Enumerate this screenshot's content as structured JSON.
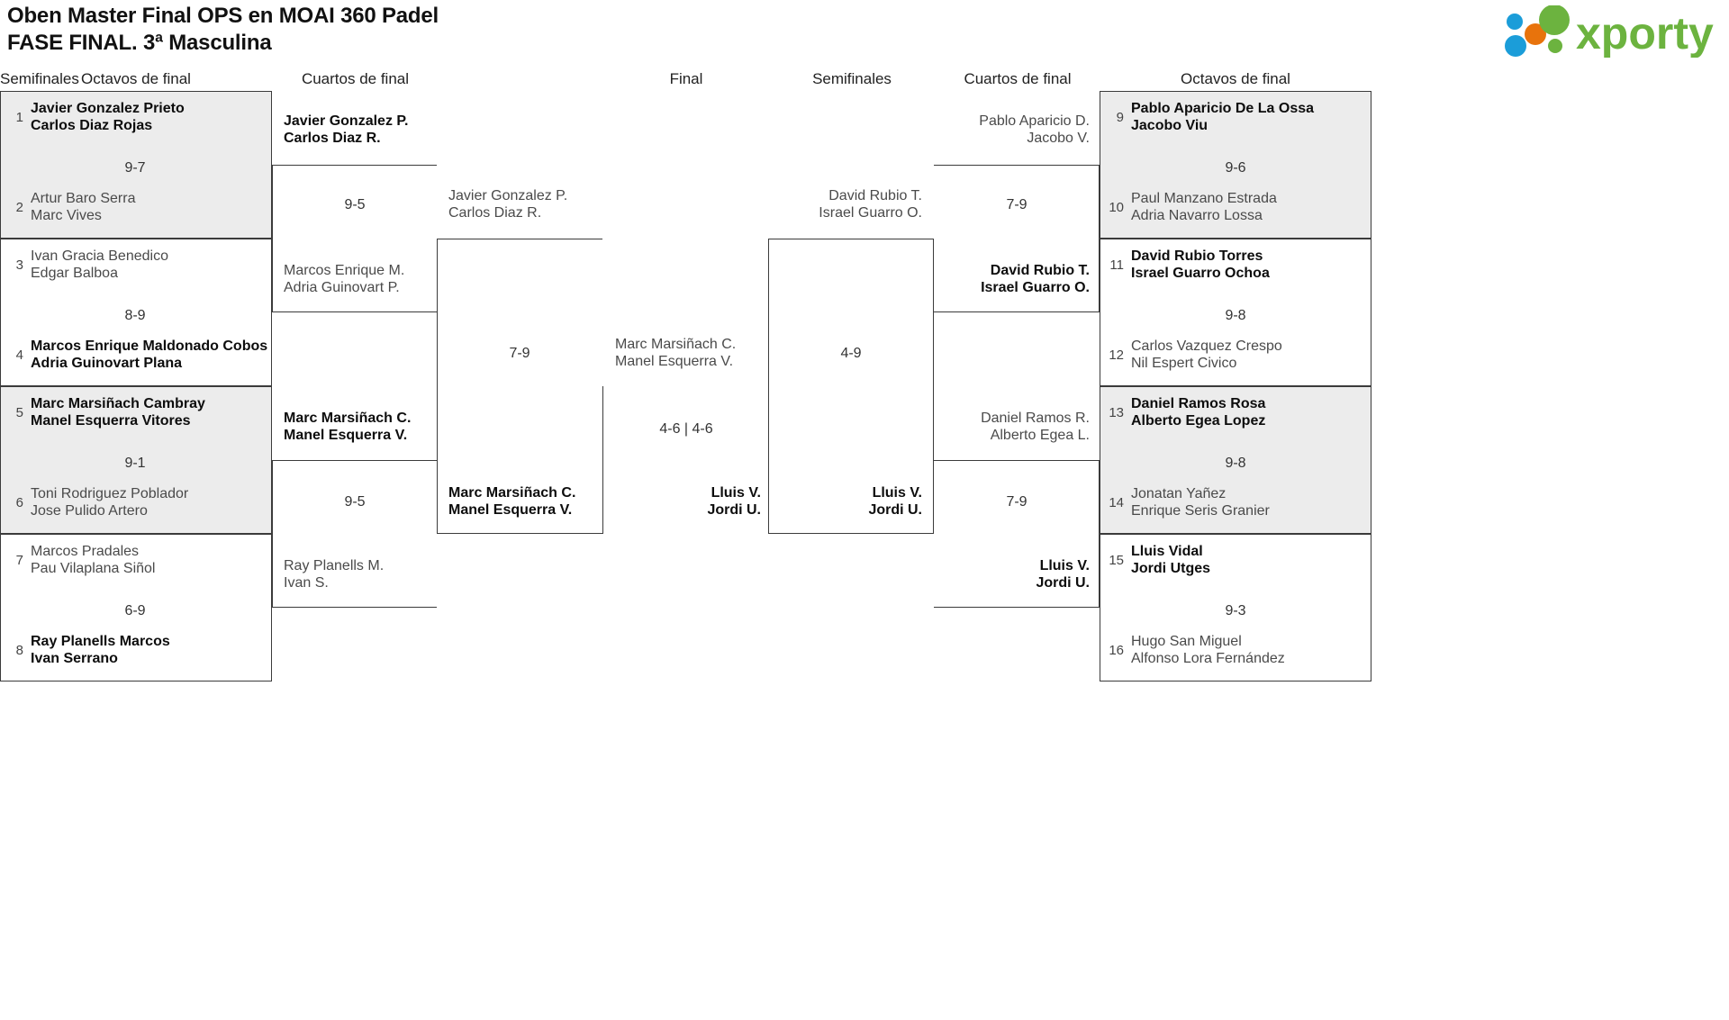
{
  "header": {
    "title_line1": "Oben Master Final OPS en MOAI 360 Padel",
    "title_line2": "FASE FINAL. 3ª Masculina",
    "logo_text": "xporty",
    "logo_colors": {
      "green": "#6cb33f",
      "blue": "#1b9dd9",
      "orange": "#e8730c"
    }
  },
  "round_headers": [
    {
      "label": "Octavos de final"
    },
    {
      "label": "Cuartos de final"
    },
    {
      "label": "Semifinales"
    },
    {
      "label": "Final"
    },
    {
      "label": "Semifinales"
    },
    {
      "label": "Cuartos de final"
    },
    {
      "label": "Octavos de final"
    }
  ],
  "left": {
    "r16": [
      {
        "seed": "1",
        "p1": "Javier Gonzalez Prieto",
        "p2": "Carlos Diaz Rojas",
        "winner": true
      },
      {
        "seed": "2",
        "p1": "Artur Baro Serra",
        "p2": "Marc Vives",
        "winner": false
      },
      {
        "seed": "3",
        "p1": "Ivan Gracia Benedico",
        "p2": "Edgar Balboa",
        "winner": false
      },
      {
        "seed": "4",
        "p1": "Marcos Enrique Maldonado Cobos",
        "p2": "Adria Guinovart Plana",
        "winner": true
      },
      {
        "seed": "5",
        "p1": "Marc Marsiñach Cambray",
        "p2": "Manel Esquerra Vitores",
        "winner": true
      },
      {
        "seed": "6",
        "p1": "Toni Rodriguez Poblador",
        "p2": "Jose Pulido Artero",
        "winner": false
      },
      {
        "seed": "7",
        "p1": "Marcos Pradales",
        "p2": "Pau Vilaplana Siñol",
        "winner": false
      },
      {
        "seed": "8",
        "p1": "Ray Planells Marcos",
        "p2": "Ivan Serrano",
        "winner": true
      }
    ],
    "r16_scores": [
      "9-7",
      "8-9",
      "9-1",
      "6-9"
    ],
    "qf": [
      {
        "p1": "Javier Gonzalez P.",
        "p2": "Carlos Diaz R.",
        "winner": true
      },
      {
        "p1": "Marcos Enrique M.",
        "p2": "Adria Guinovart P.",
        "winner": false
      },
      {
        "p1": "Marc Marsiñach C.",
        "p2": "Manel Esquerra V.",
        "winner": true
      },
      {
        "p1": "Ray Planells M.",
        "p2": "Ivan S.",
        "winner": false
      }
    ],
    "qf_scores": [
      "9-5",
      "9-5"
    ],
    "sf": [
      {
        "p1": "Javier Gonzalez P.",
        "p2": "Carlos Diaz R.",
        "winner": false
      },
      {
        "p1": "Marc Marsiñach C.",
        "p2": "Manel Esquerra V.",
        "winner": true
      }
    ],
    "sf_scores": [
      "7-9"
    ]
  },
  "final": {
    "top": {
      "p1": "Marc Marsiñach C.",
      "p2": "Manel Esquerra V.",
      "winner": false
    },
    "bottom": {
      "p1": "Lluis V.",
      "p2": "Jordi U.",
      "winner": true
    },
    "score": "4-6 | 4-6"
  },
  "right": {
    "sf": [
      {
        "p1": "David Rubio T.",
        "p2": "Israel Guarro O.",
        "winner": false
      },
      {
        "p1": "Lluis V.",
        "p2": "Jordi U.",
        "winner": true
      }
    ],
    "sf_scores": [
      "4-9"
    ],
    "qf": [
      {
        "p1": "Pablo Aparicio D.",
        "p2": "Jacobo V.",
        "winner": false
      },
      {
        "p1": "David Rubio T.",
        "p2": "Israel Guarro O.",
        "winner": true
      },
      {
        "p1": "Daniel Ramos R.",
        "p2": "Alberto Egea L.",
        "winner": false
      },
      {
        "p1": "Lluis V.",
        "p2": "Jordi U.",
        "winner": true
      }
    ],
    "qf_scores": [
      "7-9",
      "7-9"
    ],
    "r16": [
      {
        "seed": "9",
        "p1": "Pablo Aparicio De La Ossa",
        "p2": "Jacobo Viu",
        "winner": true
      },
      {
        "seed": "10",
        "p1": "Paul Manzano Estrada",
        "p2": "Adria Navarro Lossa",
        "winner": false
      },
      {
        "seed": "11",
        "p1": "David Rubio Torres",
        "p2": "Israel Guarro Ochoa",
        "winner": true
      },
      {
        "seed": "12",
        "p1": "Carlos Vazquez Crespo",
        "p2": "Nil Espert Civico",
        "winner": false
      },
      {
        "seed": "13",
        "p1": "Daniel Ramos Rosa",
        "p2": "Alberto Egea Lopez",
        "winner": true
      },
      {
        "seed": "14",
        "p1": "Jonatan Yañez",
        "p2": "Enrique Seris Granier",
        "winner": false
      },
      {
        "seed": "15",
        "p1": "Lluis Vidal",
        "p2": "Jordi Utges",
        "winner": true
      },
      {
        "seed": "16",
        "p1": "Hugo San Miguel",
        "p2": "Alfonso Lora Fernández",
        "winner": false
      }
    ],
    "r16_scores": [
      "9-6",
      "9-8",
      "9-8",
      "9-3"
    ]
  }
}
